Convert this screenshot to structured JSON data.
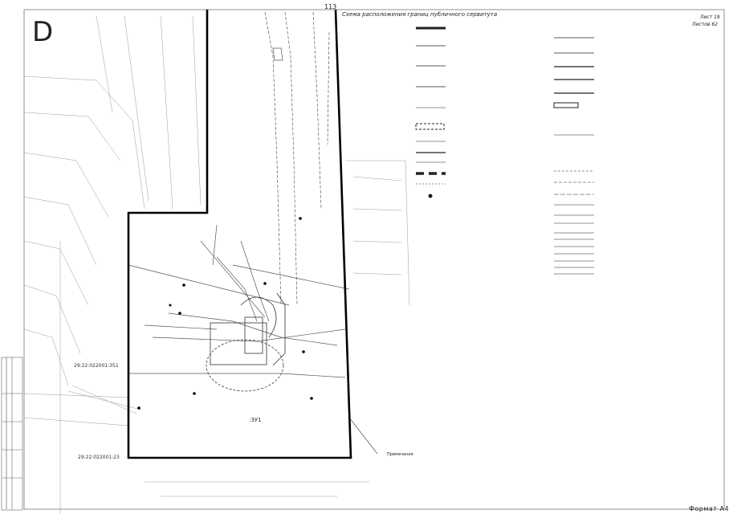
{
  "page": {
    "number": "113",
    "title": "Схема расположения границ публичного сервитута",
    "sheet_no": "Лист 19",
    "sheets_total": "Листов 62",
    "format": "Формат А4"
  },
  "map": {
    "zone_letter": "D",
    "parcels": [
      {
        "label": "29:22:022001:351"
      },
      {
        "label": "29:22:022001:23"
      },
      {
        "label": ":ЗУ1"
      }
    ]
  },
  "notes": {
    "title": "Примечания"
  },
  "stamp": {
    "cells": []
  },
  "colors": {
    "boundary": "#000000",
    "linework": "#555555",
    "grid": "#bbbbbb",
    "background": "#ffffff"
  }
}
